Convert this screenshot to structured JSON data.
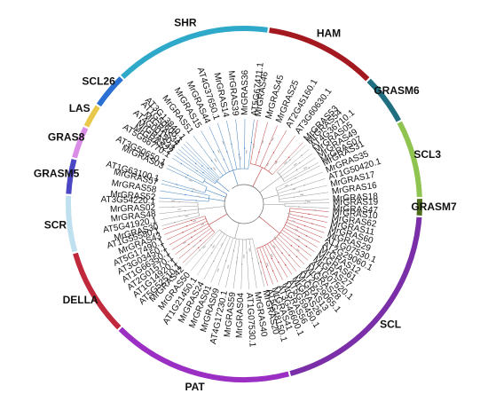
{
  "colors": {
    "background": "#ffffff",
    "branch_default": "#999999",
    "branch_red": "#c04040",
    "branch_blue": "#3f7fbf"
  },
  "clades": [
    {
      "name": "SHR",
      "color": "#2fa9c9"
    },
    {
      "name": "HAM",
      "color": "#a3191f"
    },
    {
      "name": "GRASM6",
      "color": "#1f6f80"
    },
    {
      "name": "SCL3",
      "color": "#8ec44f"
    },
    {
      "name": "GRASM7",
      "color": "#4d6b1a"
    },
    {
      "name": "SCL",
      "color": "#7a2fa8"
    },
    {
      "name": "PAT",
      "color": "#9b2fc4"
    },
    {
      "name": "DELLA",
      "color": "#c0283c"
    },
    {
      "name": "SCR",
      "color": "#bfe0ee"
    },
    {
      "name": "GRASM5",
      "color": "#4a46c4"
    },
    {
      "name": "GRAS8",
      "color": "#d98de6"
    },
    {
      "name": "LAS",
      "color": "#e8c84a"
    },
    {
      "name": "SCL26",
      "color": "#2a6fd4"
    }
  ],
  "leaves": [
    "AT3G13840.1",
    "MrGRAS51",
    "MrGRAS15",
    "MrGRAS44",
    "AT4G37650.1",
    "MrGRAS14",
    "MrGRAS39",
    "MrGRAS36",
    "AT5G67411.1",
    "AT1G50600.1",
    "MrGRAS34",
    "AT4G00150.1",
    "MrGRAS33",
    "MrGRAS22",
    "AT5G66770.1",
    "AT3G50650.1",
    "MrGRAS03",
    "AT1G63100.1",
    "MrGRAS57",
    "MrGRAS58",
    "MrGRAS52",
    "AT3G54220.1",
    "MrGRAS02",
    "MrGRAS48",
    "AT5G41920.1",
    "MrGRAS30",
    "AT1G55580.1",
    "MrGRAS43",
    "AT5G17490.1",
    "AT3G03450.1",
    "AT1G66350.1",
    "AT2G01570.1",
    "AT1G14920.1",
    "AT5G52510.1",
    "MrGRAS42",
    "MrGRAS50",
    "AT1G21450.1",
    "MrGRAS24",
    "MrGRAS01",
    "MrGRAS09",
    "AT4G17230.1",
    "MrGRAS59",
    "MrGRAS04",
    "AT1G07530.1",
    "MrGRAS40",
    "MrGRAS20",
    "AT5G48150.1",
    "MrGRAS41",
    "AT3G46600.1",
    "MrGRAS56",
    "AT5G59450.1",
    "MrGRAS26",
    "MrGRAS13",
    "AT2G29065.1",
    "MrGRAS28",
    "AT1G07520.1",
    "MrGRAS27",
    "MrGRAS61",
    "MrGRAS12",
    "AT2G29060.1",
    "AT1G07530.1",
    "MrGRAS29",
    "MrGRAS60",
    "MrGRAS11",
    "MrGRAS62",
    "MrGRAS10",
    "MrGRAS47",
    "MrGRAS19",
    "MrGRAS18",
    "MrGRAS16",
    "MrGRAS17",
    "AT1G50420.1",
    "MrGRAS35",
    "MrGRAS31",
    "MrGRAS07",
    "MrGRAS49",
    "MrGRAS05",
    "AT4G36710.1",
    "MrGRAS54",
    "MrGRAS53",
    "AT3G60630.1",
    "AT2G45160.1",
    "MrGRAS25",
    "MrGRAS45",
    "MrGRAS46"
  ]
}
